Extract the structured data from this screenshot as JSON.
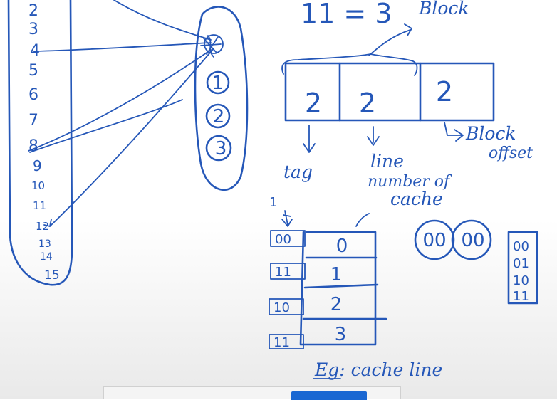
{
  "memory_blocks": [
    "2",
    "3",
    "4",
    "5",
    "6",
    "7",
    "8",
    "9",
    "10",
    "11",
    "12",
    "13",
    "14",
    "15"
  ],
  "cache_set": {
    "entries": [
      "1",
      "2",
      "3"
    ]
  },
  "header": {
    "formula": "11 = 3",
    "block_label": "Block"
  },
  "address_fields": {
    "values": [
      "2",
      "2",
      "2"
    ],
    "labels": {
      "tag": "tag",
      "line_1": "line",
      "line_2": "number of",
      "line_3": "cache",
      "block_1": "Block",
      "block_2": "offset"
    }
  },
  "cache_table": {
    "line_numbers": [
      "0",
      "1",
      "2",
      "3"
    ],
    "tags": [
      "00",
      "11",
      "10",
      "11"
    ],
    "top_marker": "1",
    "example": "Eg: cache line"
  },
  "bit_pattern": {
    "groups": [
      "00",
      "00"
    ]
  },
  "binary_list": [
    "00",
    "01",
    "10",
    "11"
  ]
}
